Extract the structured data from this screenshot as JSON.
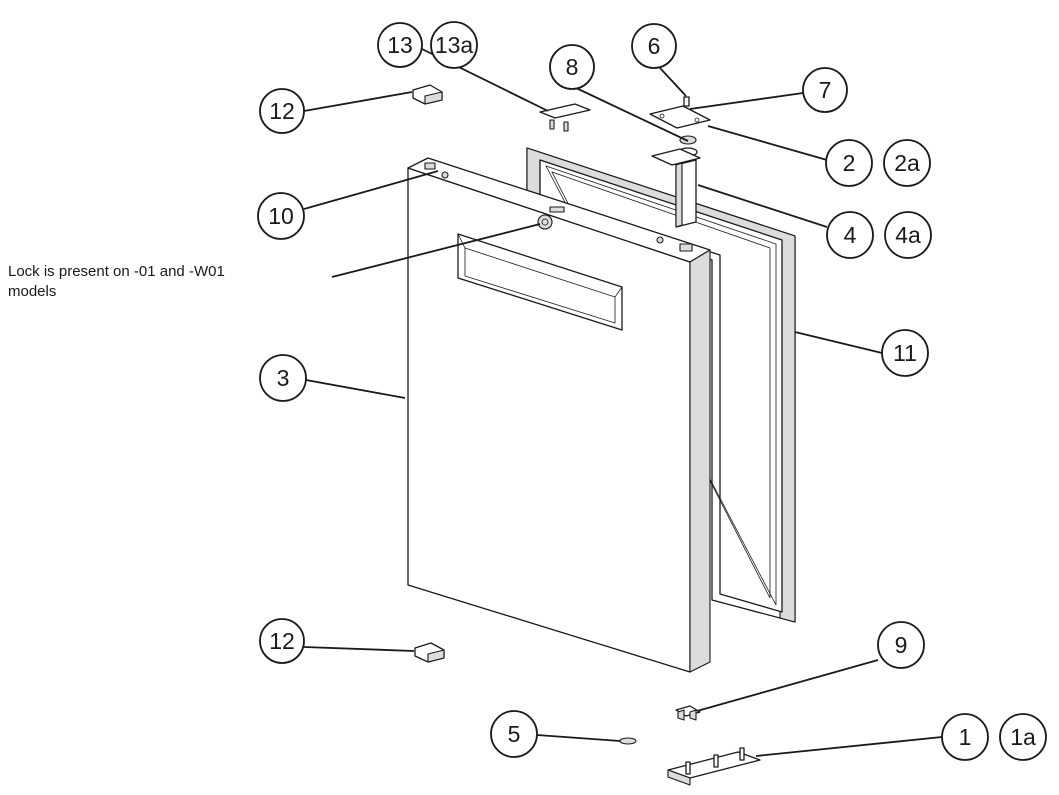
{
  "note": {
    "text": "Lock is present on -01 and -W01\nmodels"
  },
  "callouts": [
    {
      "id": "c13",
      "label": "13"
    },
    {
      "id": "c13a",
      "label": "13a"
    },
    {
      "id": "c6",
      "label": "6"
    },
    {
      "id": "c8",
      "label": "8"
    },
    {
      "id": "c7",
      "label": "7"
    },
    {
      "id": "c12top",
      "label": "12"
    },
    {
      "id": "c2",
      "label": "2"
    },
    {
      "id": "c2a",
      "label": "2a"
    },
    {
      "id": "c10",
      "label": "10"
    },
    {
      "id": "c4",
      "label": "4"
    },
    {
      "id": "c4a",
      "label": "4a"
    },
    {
      "id": "c11",
      "label": "11"
    },
    {
      "id": "c3",
      "label": "3"
    },
    {
      "id": "c12bottom",
      "label": "12"
    },
    {
      "id": "c9",
      "label": "9"
    },
    {
      "id": "c5",
      "label": "5"
    },
    {
      "id": "c1",
      "label": "1"
    },
    {
      "id": "c1a",
      "label": "1a"
    }
  ]
}
